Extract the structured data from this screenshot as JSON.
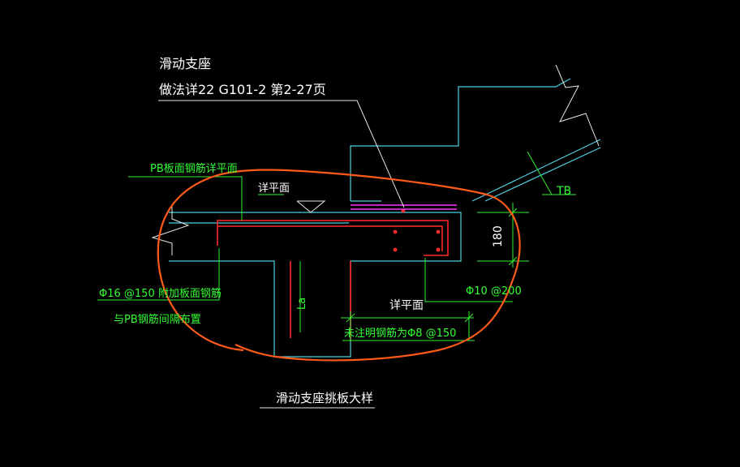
{
  "labels": {
    "support_title": "滑动支座",
    "support_ref": "做法详22 G101-2 第2-27页",
    "pb_ref": "PB板面钢筋详平面",
    "plan_ref_top": "详平面",
    "tb": "TB",
    "dim_180": "180",
    "rebar_top": "Φ16 @150 附加板面钢筋",
    "rebar_top_2": "与PB钢筋间隔布置",
    "la": "La",
    "plan_ref_bottom": "详平面",
    "stirrup": "Φ10 @200",
    "unspecified": "未注明钢筋为Φ8 @150",
    "detail_title": "滑动支座挑板大样"
  },
  "colors": {
    "background": "#000000",
    "concrete": "#4fd0e0",
    "annotation": "#33ee33",
    "rebar": "#ff2a2a",
    "bearing": "#ff33ff",
    "markup": "#ff5a1a"
  }
}
